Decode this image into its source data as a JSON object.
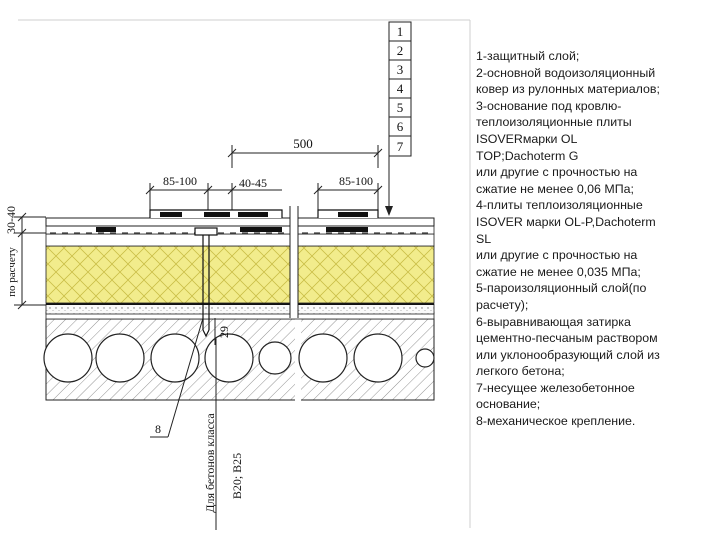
{
  "drawing": {
    "layer_numbers": [
      "1",
      "2",
      "3",
      "4",
      "5",
      "6",
      "7"
    ],
    "dims": {
      "span_500": "500",
      "d_85_100_left": "85-100",
      "d_40_45": "40-45",
      "d_85_100_right": "85-100",
      "d_29": "29"
    },
    "side": {
      "thickness": "30-40",
      "by_calc": "по расчету"
    },
    "callout_8": "8",
    "concrete_note_line1": "Для бетонов класса",
    "concrete_note_line2": "B20; B25"
  },
  "legend": [
    "1-защитный слой;",
    "2-основной водоизоляционный",
    "ковер из рулонных материалов;",
    "3-основание под кровлю-",
    "теплоизоляционные плиты",
    "ISOVERмарки OL",
    "TOP;Dachoterm G",
    "или другие с прочностью на",
    "сжатие не менее 0,06 МПа;",
    "4-плиты теплоизоляционные",
    "ISOVER марки OL-P,Dachoterm",
    "SL",
    "или другие с прочностью на",
    "сжатие не менее 0,035 МПа;",
    "5-пароизоляционный слой(по",
    "расчету);",
    "6-выравнивающая затирка",
    "цементно-песчаным раствором",
    "или уклонообразующий слой из",
    "легкого бетона;",
    "7-несущее железобетонное",
    "основание;",
    "8-механическое крепление."
  ]
}
